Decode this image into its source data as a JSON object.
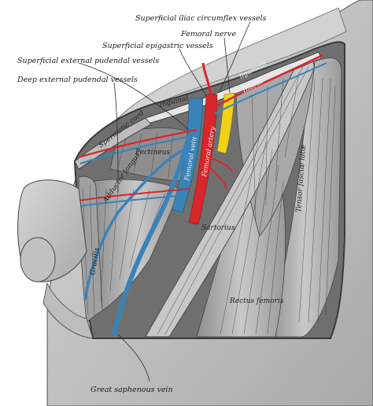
{
  "labels": {
    "superficial_iliac_circumflex_vessels": "Superficial iliac circumflex vessels",
    "femoral_nerve": "Femoral nerve",
    "superficial_epigastric_vessels": "Superficial epigastric vessels",
    "superficial_external_pudendal_vessels": "Superficial external pudendal vessels",
    "deep_external_pudendal_vessels": "Deep external pudendal vessels",
    "great_saphenous_vein": "Great saphenous vein"
  },
  "in_figure_labels": {
    "spermatic_cord": "Spermatic cord",
    "inguinal": "Inguinal",
    "ligament": "ligament",
    "iliacus": "Iliacus",
    "pectineus": "Pectineus",
    "femoral_vein": "Femoral vein",
    "femoral_artery": "Femoral artery",
    "adductor_longus": "Adductor longus",
    "gracilis": "Gracilis",
    "sartorius": "Sartorius",
    "tensor_fasciae_latae": "Tensor fasciæ latæ",
    "rectus_femoris": "Rectus femoris"
  },
  "colors": {
    "artery": "#d8262b",
    "vein": "#3a83b8",
    "nerve": "#f0d21a",
    "muscle": "#b9b9b9",
    "cut_skin": "#c4c4c4"
  }
}
